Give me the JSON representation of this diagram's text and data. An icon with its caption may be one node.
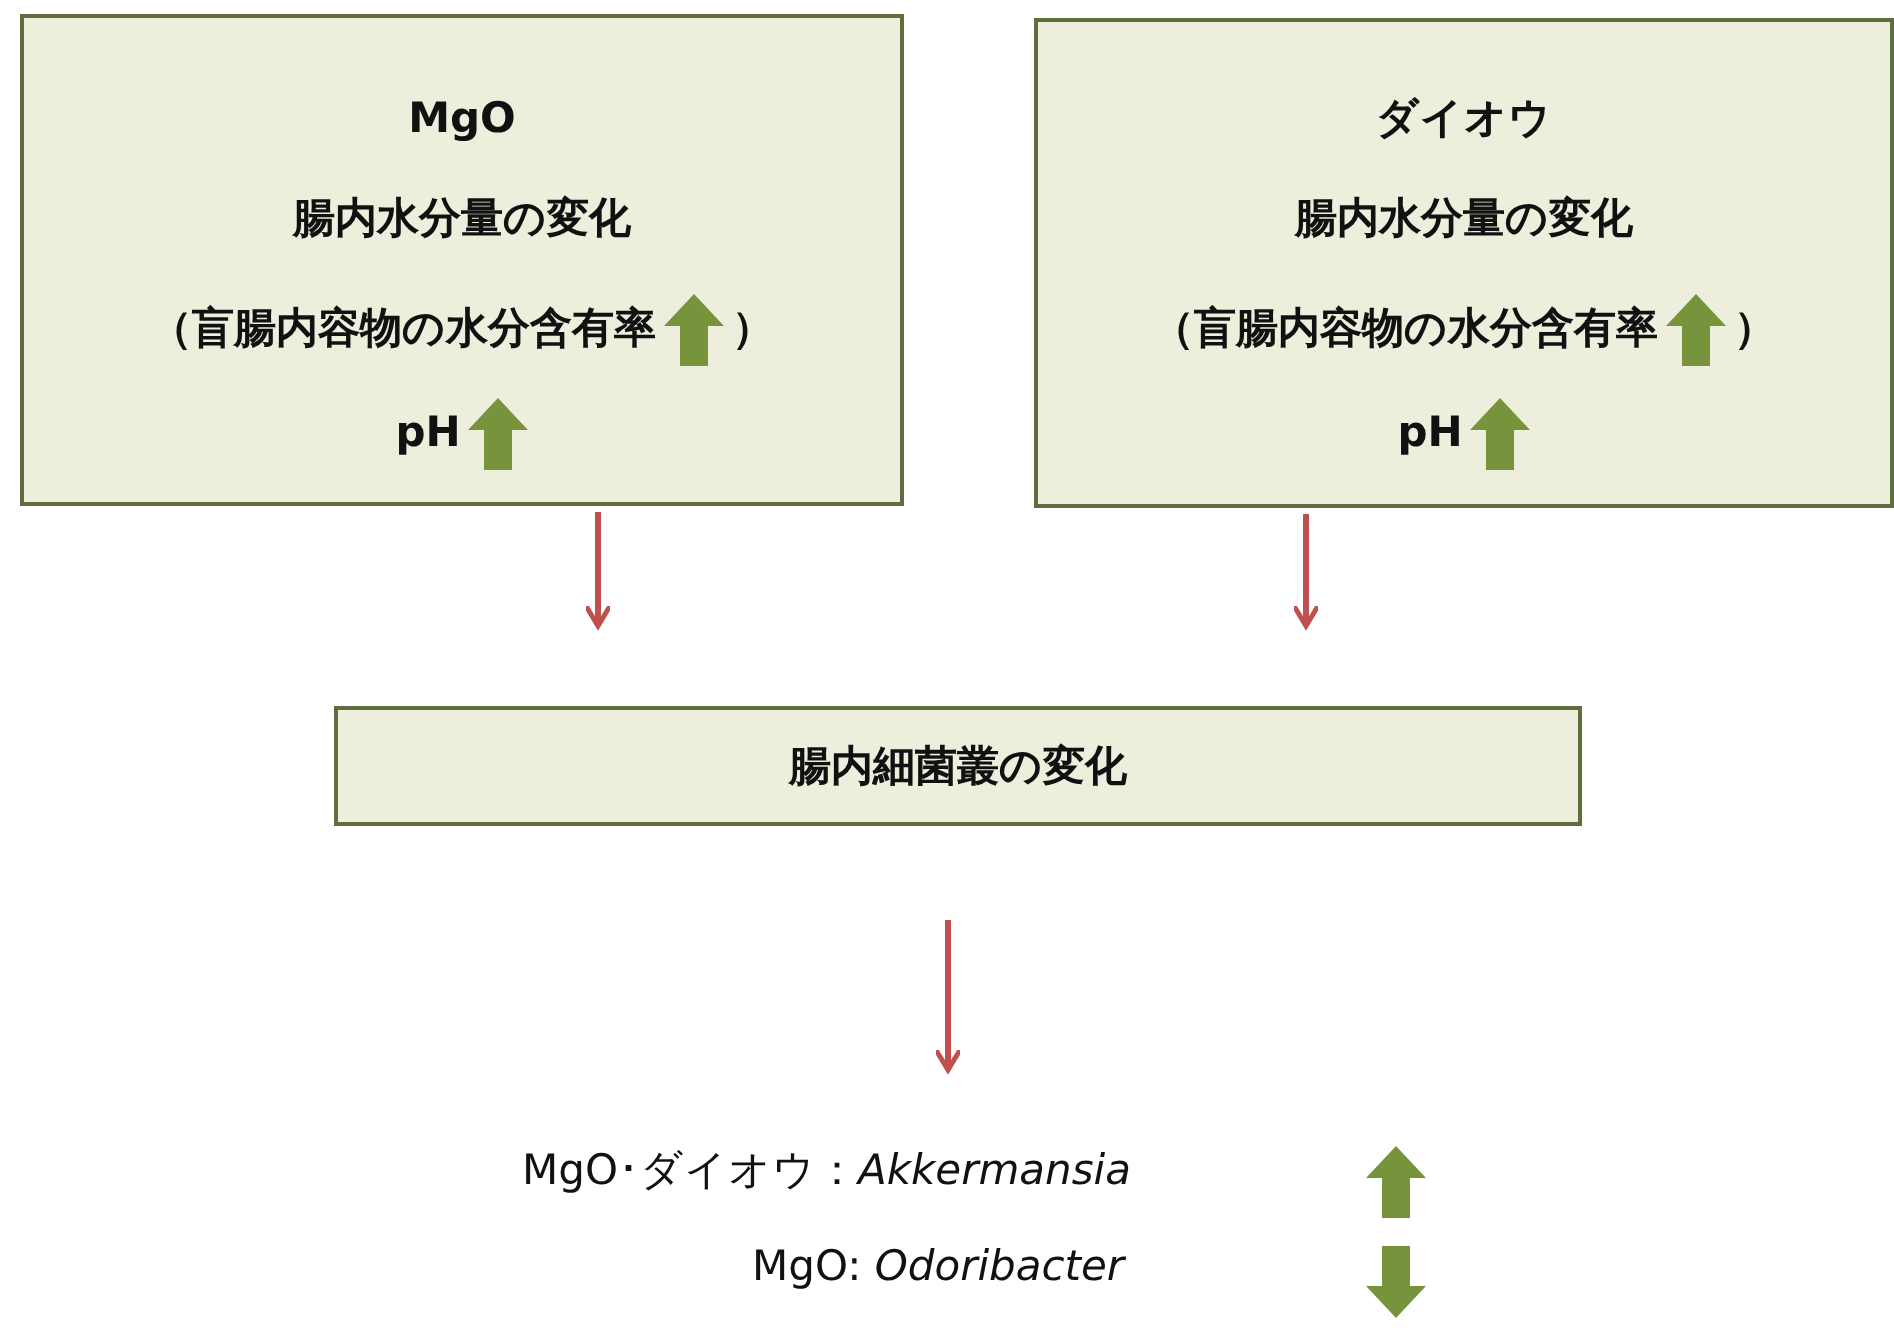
{
  "diagram": {
    "nodes": [
      {
        "text": [
          "MgO",
          "腸内水分量の変化",
          "（盲腸内容物の水分含有率",
          "）",
          "pH"
        ]
      },
      {
        "text": [
          "ダイオウ",
          "腸内水分量の変化",
          "（盲腸内容物の水分含有率",
          "）",
          "pH"
        ]
      },
      {
        "text": [
          "腸内細菌叢の変化"
        ]
      },
      {
        "text": [
          "MgO･ダイオウ：*Akkermansia*",
          "MgO: *Odoribacter*"
        ]
      }
    ],
    "edges": [
      {
        "from": 0,
        "to": 2,
        "arrow": "to"
      },
      {
        "from": 1,
        "to": 2,
        "arrow": "to"
      },
      {
        "from": 2,
        "to": 3,
        "arrow": "to"
      }
    ]
  }
}
